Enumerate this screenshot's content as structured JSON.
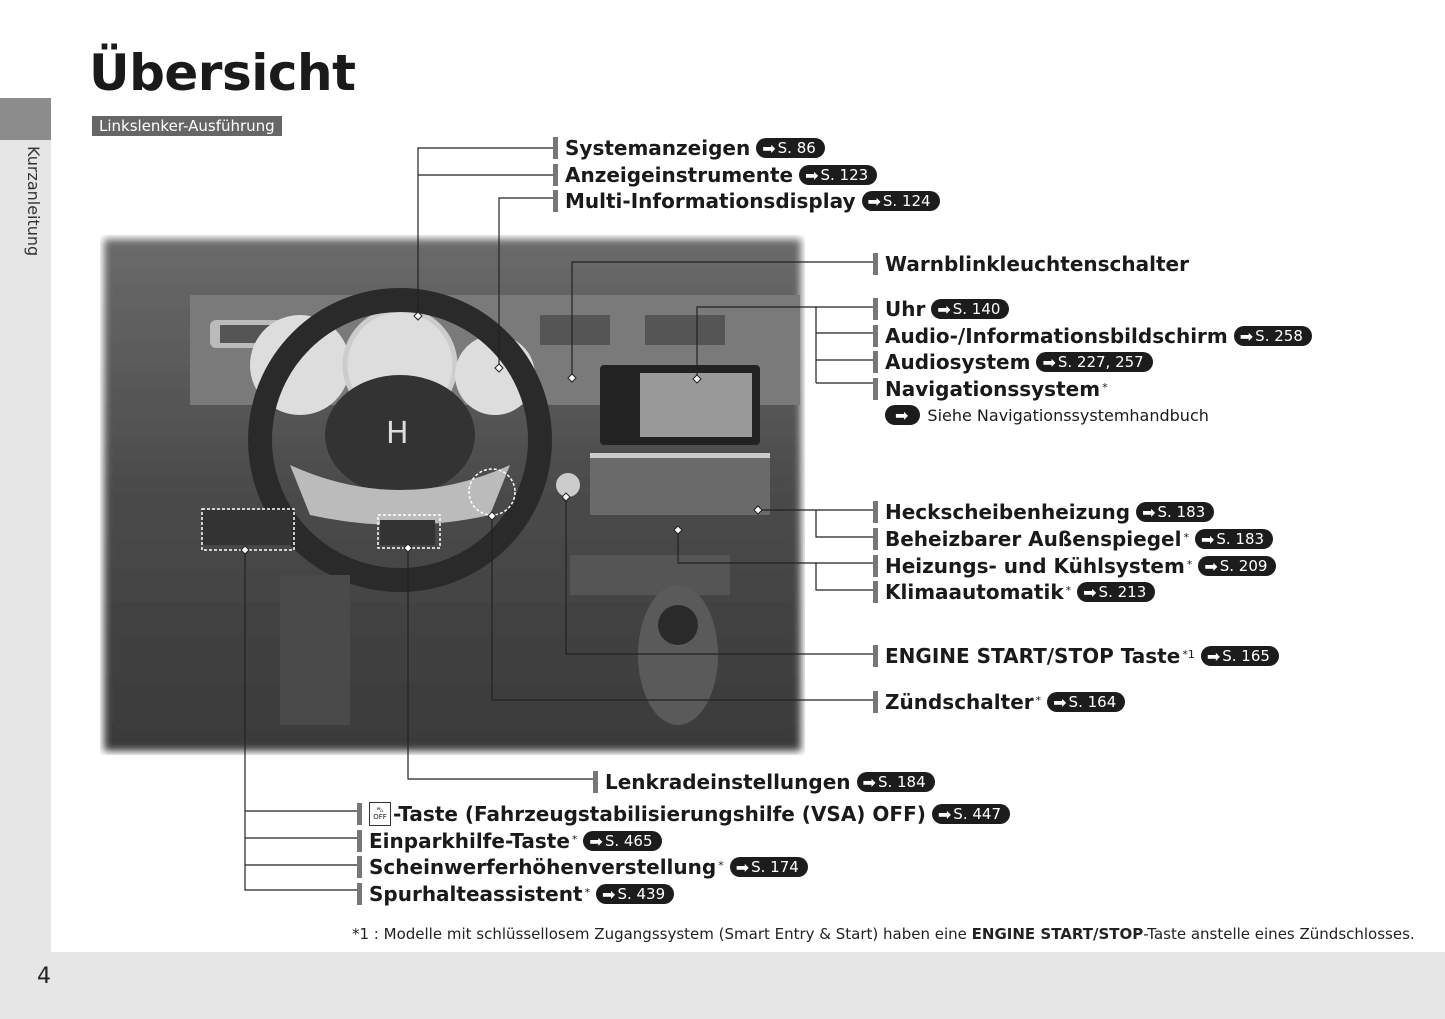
{
  "page": {
    "title": "Übersicht",
    "side_tab": "Kurzanleitung",
    "variant": "Linkslenker-Ausführung",
    "page_number": "4"
  },
  "labels": [
    {
      "text": "Systemanzeigen",
      "star": "",
      "ref": "S. 86"
    },
    {
      "text": "Anzeigeinstrumente",
      "star": "",
      "ref": "S. 123"
    },
    {
      "text": "Multi-Informationsdisplay",
      "star": "",
      "ref": "S. 124"
    },
    {
      "text": "Warnblinkleuchtenschalter",
      "star": "",
      "ref": ""
    },
    {
      "text": "Uhr",
      "star": "",
      "ref": "S. 140"
    },
    {
      "text": "Audio-/Informationsbildschirm",
      "star": "",
      "ref": "S. 258"
    },
    {
      "text": "Audiosystem",
      "star": "",
      "ref": "S. 227, 257"
    },
    {
      "text": "Navigationssystem",
      "star": "*",
      "ref": ""
    },
    {
      "text": "Heckscheibenheizung",
      "star": "",
      "ref": "S. 183"
    },
    {
      "text": "Beheizbarer Außenspiegel",
      "star": "*",
      "ref": "S. 183"
    },
    {
      "text": "Heizungs- und Kühlsystem",
      "star": "*",
      "ref": "S. 209"
    },
    {
      "text": "Klimaautomatik",
      "star": "*",
      "ref": "S. 213"
    },
    {
      "text": "ENGINE START/STOP Taste",
      "star": "*1",
      "ref": "S. 165"
    },
    {
      "text": "Zündschalter",
      "star": "*",
      "ref": "S. 164"
    },
    {
      "text": "Lenkradeinstellungen",
      "star": "",
      "ref": "S. 184"
    },
    {
      "text": "-Taste (Fahrzeugstabilisierungshilfe (VSA) OFF)",
      "star": "",
      "ref": "S. 447",
      "icon_text": "OFF"
    },
    {
      "text": "Einparkhilfe-Taste",
      "star": "*",
      "ref": "S. 465"
    },
    {
      "text": "Scheinwerferhöhenverstellung",
      "star": "*",
      "ref": "S. 174"
    },
    {
      "text": "Spurhalteassistent",
      "star": "*",
      "ref": "S. 439"
    }
  ],
  "nav_note": "Siehe Navigationssystemhandbuch",
  "footnote": {
    "prefix": "*1 : Modelle mit schlüssellosem Zugangssystem (Smart Entry & Start) haben eine ",
    "bold": "ENGINE START/STOP",
    "suffix": "-Taste anstelle eines Zündschlosses."
  },
  "colors": {
    "badge": "#1c1c1c",
    "tab": "#8c8c8c",
    "strip": "#e6e6e6"
  }
}
